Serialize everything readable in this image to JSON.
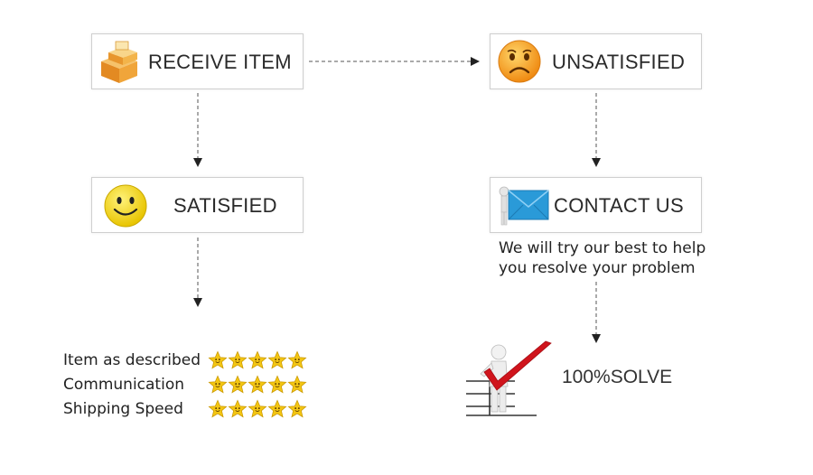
{
  "nodes": {
    "receive_item": {
      "label": "RECEIVE ITEM",
      "icon": "package-boxes-icon"
    },
    "unsatisfied": {
      "label": "UNSATISFIED",
      "icon": "sad-face-icon"
    },
    "satisfied": {
      "label": "SATISFIED",
      "icon": "smiley-face-icon"
    },
    "contact_us": {
      "label": "CONTACT US",
      "icon": "envelope-person-icon"
    },
    "solve": {
      "label": "100%SOLVE",
      "icon": "person-checkmark-icon"
    }
  },
  "contact_note": {
    "line1": "We will try our best to help",
    "line2": "you resolve your problem"
  },
  "ratings": [
    {
      "label": "Item as described",
      "stars": 5
    },
    {
      "label": "Communication",
      "stars": 5
    },
    {
      "label": "Shipping Speed",
      "stars": 5
    }
  ],
  "colors": {
    "box_border": "#cfcfcf",
    "arrow": "#444444",
    "smiley": "#f5d800",
    "sad": "#f39a1e",
    "envelope": "#2a9ad8",
    "check": "#d0141c",
    "star": "#f3c613"
  }
}
